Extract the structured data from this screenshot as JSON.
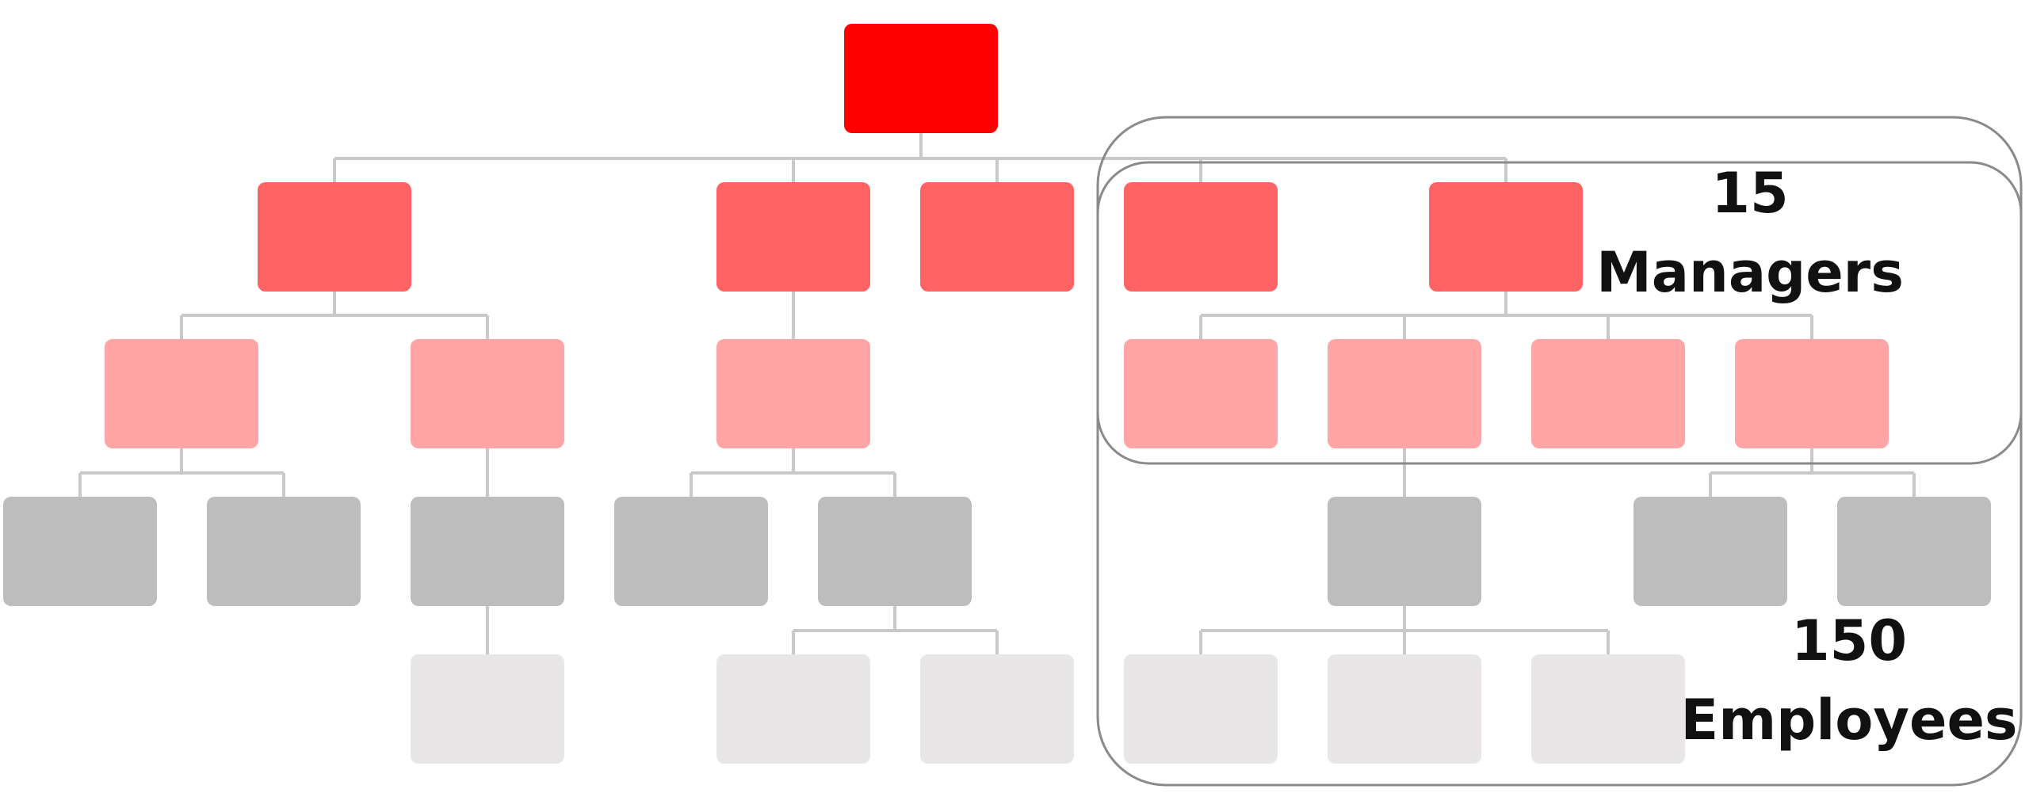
{
  "colors": {
    "level_0": "#ff0000",
    "level_1": "#ff6363",
    "level_2": "#ffa5a5",
    "level_3": "#bdbdbd",
    "level_4": "#e8e6e7",
    "connector": "#c9c9c9",
    "outline": "#8a8a8a",
    "text": "#111111"
  },
  "groups": {
    "managers": {
      "count": "15",
      "label": "Managers"
    },
    "employees": {
      "count": "150",
      "label": "Employees"
    }
  }
}
